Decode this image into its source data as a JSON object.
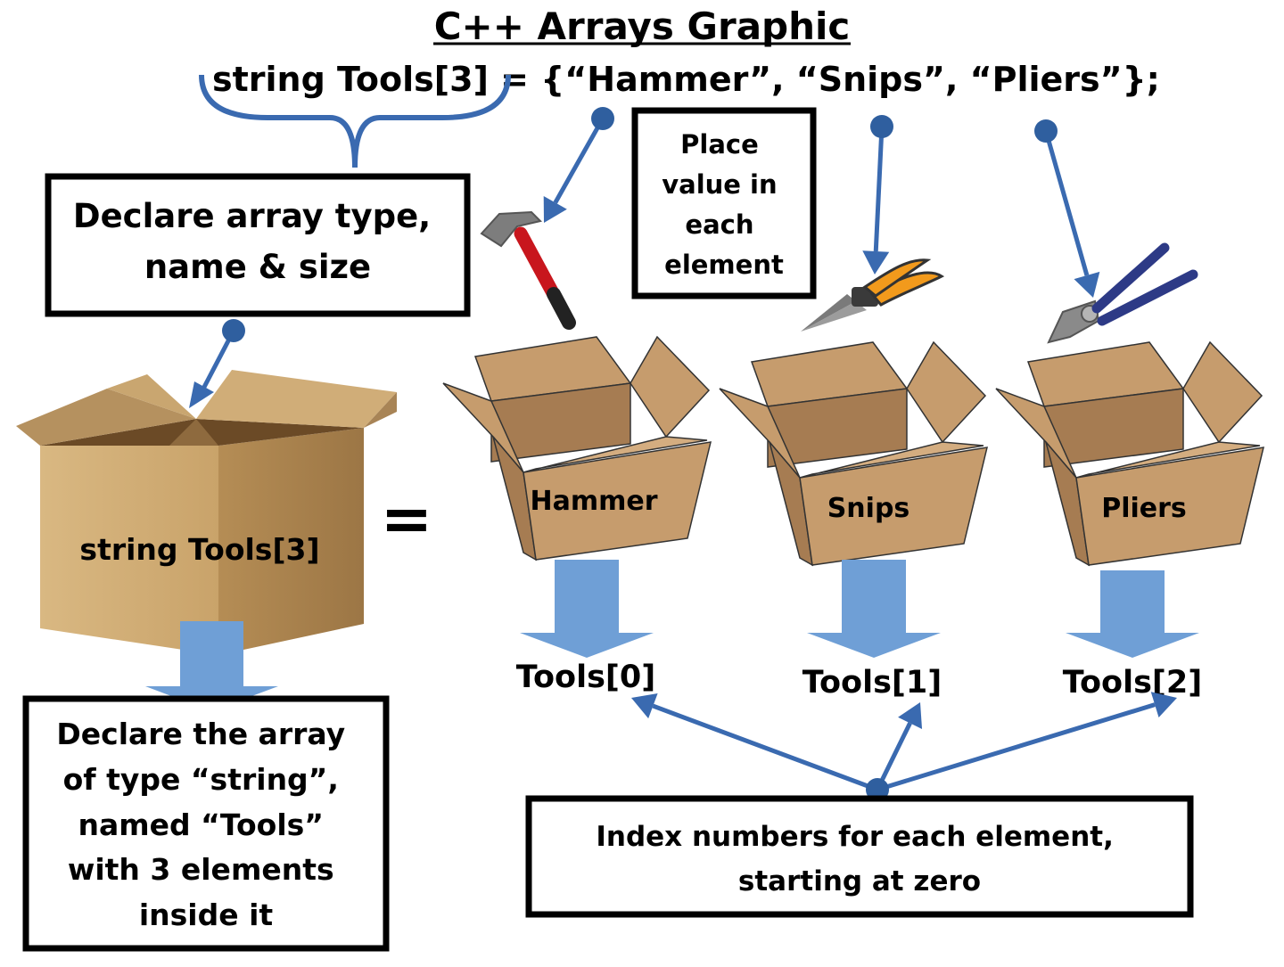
{
  "title": "C++ Arrays Graphic",
  "code": {
    "part1": "string Tools[3]",
    "part2": " = {“Hammer”, “Snips”, “Pliers”};"
  },
  "callouts": {
    "declare": [
      "Declare array type,",
      "name & size"
    ],
    "place": [
      "Place",
      "value in",
      "each",
      "element"
    ],
    "declare_full": [
      "Declare the array",
      "of type “string”,",
      "named “Tools”",
      "with 3 elements",
      "inside it"
    ],
    "index": [
      "Index numbers for each element,",
      "starting at zero"
    ]
  },
  "big_box_label": "string Tools[3]",
  "equals": "=",
  "elements": [
    {
      "value": "Hammer",
      "index_label": "Tools[0]",
      "tool_icon": "hammer-icon"
    },
    {
      "value": "Snips",
      "index_label": "Tools[1]",
      "tool_icon": "snips-icon"
    },
    {
      "value": "Pliers",
      "index_label": "Tools[2]",
      "tool_icon": "pliers-icon"
    }
  ],
  "colors": {
    "arrow": "#3a6ab0",
    "block_arrow": "#6f9fd6",
    "brace": "#3a6ab0",
    "crate": "#c69c6d",
    "crate_dark": "#a67c52"
  }
}
